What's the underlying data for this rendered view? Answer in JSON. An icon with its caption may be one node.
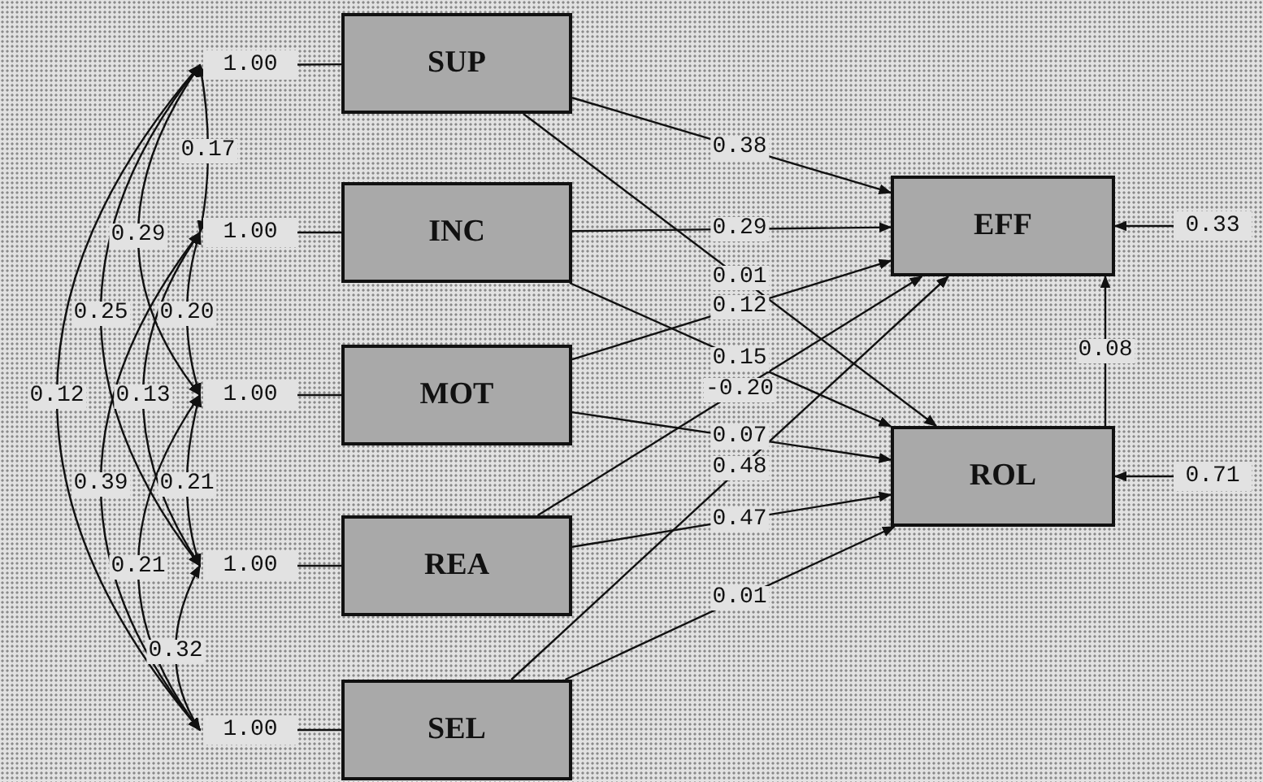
{
  "diagram": {
    "nodes": [
      {
        "text": [
          "SUP"
        ]
      },
      {
        "text": [
          "INC"
        ]
      },
      {
        "text": [
          "MOT"
        ]
      },
      {
        "text": [
          "REA"
        ]
      },
      {
        "text": [
          "SEL"
        ]
      },
      {
        "text": [
          "EFF"
        ]
      },
      {
        "text": [
          "ROL"
        ]
      },
      {
        "text": [
          "1.00"
        ]
      },
      {
        "text": [
          "1.00"
        ]
      },
      {
        "text": [
          "1.00"
        ]
      },
      {
        "text": [
          "1.00"
        ]
      },
      {
        "text": [
          "1.00"
        ]
      },
      {
        "text": [
          "0.33"
        ]
      },
      {
        "text": [
          "0.71"
        ]
      }
    ],
    "edges": [
      {
        "from": 7,
        "to": 0,
        "arrow": "none"
      },
      {
        "from": 8,
        "to": 1,
        "arrow": "none"
      },
      {
        "from": 9,
        "to": 2,
        "arrow": "none"
      },
      {
        "from": 10,
        "to": 3,
        "arrow": "none"
      },
      {
        "from": 11,
        "to": 4,
        "arrow": "none"
      },
      {
        "from": 7,
        "to": 8,
        "arrow": "both",
        "label": "0.17"
      },
      {
        "from": 7,
        "to": 9,
        "arrow": "both",
        "label": "0.29"
      },
      {
        "from": 7,
        "to": 10,
        "arrow": "both",
        "label": "0.25"
      },
      {
        "from": 8,
        "to": 9,
        "arrow": "both",
        "label": "0.20"
      },
      {
        "from": 7,
        "to": 11,
        "arrow": "both",
        "label": "0.12"
      },
      {
        "from": 8,
        "to": 10,
        "arrow": "both",
        "label": "0.13"
      },
      {
        "from": 8,
        "to": 11,
        "arrow": "both",
        "label": "0.39"
      },
      {
        "from": 9,
        "to": 10,
        "arrow": "both",
        "label": "0.21"
      },
      {
        "from": 9,
        "to": 11,
        "arrow": "both",
        "label": "0.21"
      },
      {
        "from": 10,
        "to": 11,
        "arrow": "both",
        "label": "0.32"
      },
      {
        "from": 0,
        "to": 5,
        "arrow": "to",
        "label": "0.38"
      },
      {
        "from": 1,
        "to": 5,
        "arrow": "to",
        "label": "0.29"
      },
      {
        "from": 0,
        "to": 6,
        "arrow": "to",
        "label": "0.01"
      },
      {
        "from": 2,
        "to": 5,
        "arrow": "to",
        "label": "0.12"
      },
      {
        "from": 1,
        "to": 6,
        "arrow": "to",
        "label": "0.15"
      },
      {
        "from": 3,
        "to": 5,
        "arrow": "to",
        "label": "-0.20"
      },
      {
        "from": 2,
        "to": 6,
        "arrow": "to",
        "label": "0.07"
      },
      {
        "from": 4,
        "to": 5,
        "arrow": "to",
        "label": "0.48"
      },
      {
        "from": 3,
        "to": 6,
        "arrow": "to",
        "label": "0.47"
      },
      {
        "from": 4,
        "to": 6,
        "arrow": "to",
        "label": "0.01"
      },
      {
        "from": 6,
        "to": 5,
        "arrow": "to",
        "label": "0.08"
      },
      {
        "from": 12,
        "to": 5,
        "arrow": "to"
      },
      {
        "from": 13,
        "to": 6,
        "arrow": "to"
      }
    ]
  }
}
